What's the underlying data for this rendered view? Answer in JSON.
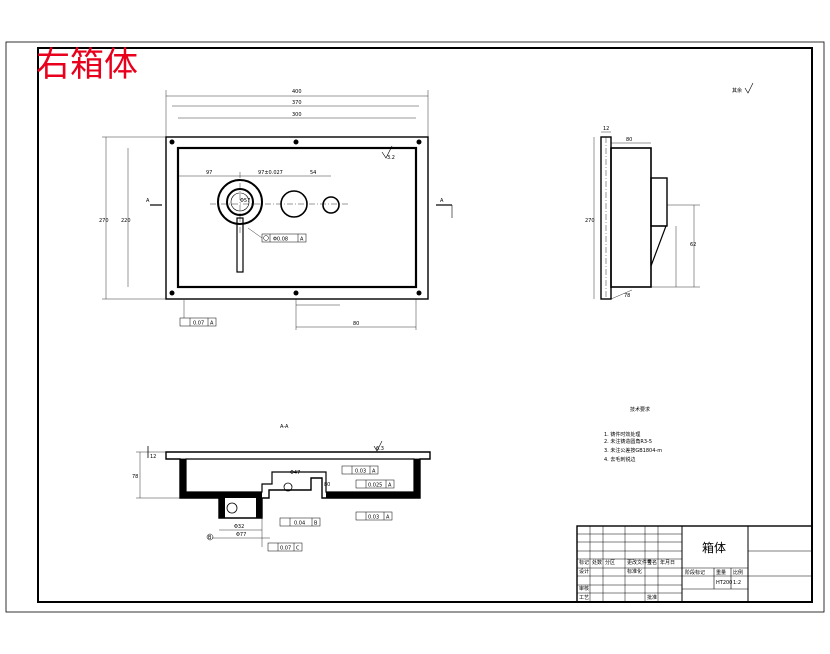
{
  "title_overlay": "右箱体",
  "part_name": "箱体",
  "sheet_note": "其余",
  "section_label": "A-A",
  "tech_requirements_title": "技术要求",
  "tech_requirements": [
    "1. 铸件时效处理",
    "2. 未注铸造圆角R3-5",
    "3. 未注公差按GB1804-m",
    "4. 去毛刺锐边"
  ],
  "datum_labels": {
    "a": "A",
    "b": "B",
    "c": "C"
  },
  "dimensions": {
    "overall_width": "400",
    "bolt_span": "370",
    "inner_width": "300",
    "overall_height": "270",
    "inner_height": "220",
    "bore_offset_x": "97",
    "bore_spacing": "97±0.027",
    "bore2_spacing": "54",
    "bore_dia": "Φ57",
    "side_depth": "80",
    "side_flange": "12",
    "side_height": "270",
    "side_boss": "62",
    "bottom_len": "80",
    "section_depth": "78",
    "section_boss_dia": "Φ32",
    "section_boss_h": "Φ47",
    "section_base": "Φ77",
    "section_total": "80"
  },
  "tolerances": {
    "position": "Φ0.08",
    "flatness": "0.07",
    "parallel_1": "0.025",
    "parallel_2": "0.03",
    "perp": "0.03",
    "runout": "0.04",
    "roughness": "6.3",
    "surface": "3.2"
  },
  "title_block": {
    "row1": [
      "标记",
      "处数",
      "分区",
      "更改文件号",
      "签名",
      "年月日"
    ],
    "row2": [
      "设计",
      "",
      "标准化",
      "",
      "阶段标记",
      "重量",
      "比例"
    ],
    "row3": [
      "审核",
      "",
      "",
      "",
      "",
      "",
      "1:2"
    ],
    "row4": [
      "工艺",
      "",
      "批准",
      ""
    ],
    "material": "HT200"
  }
}
